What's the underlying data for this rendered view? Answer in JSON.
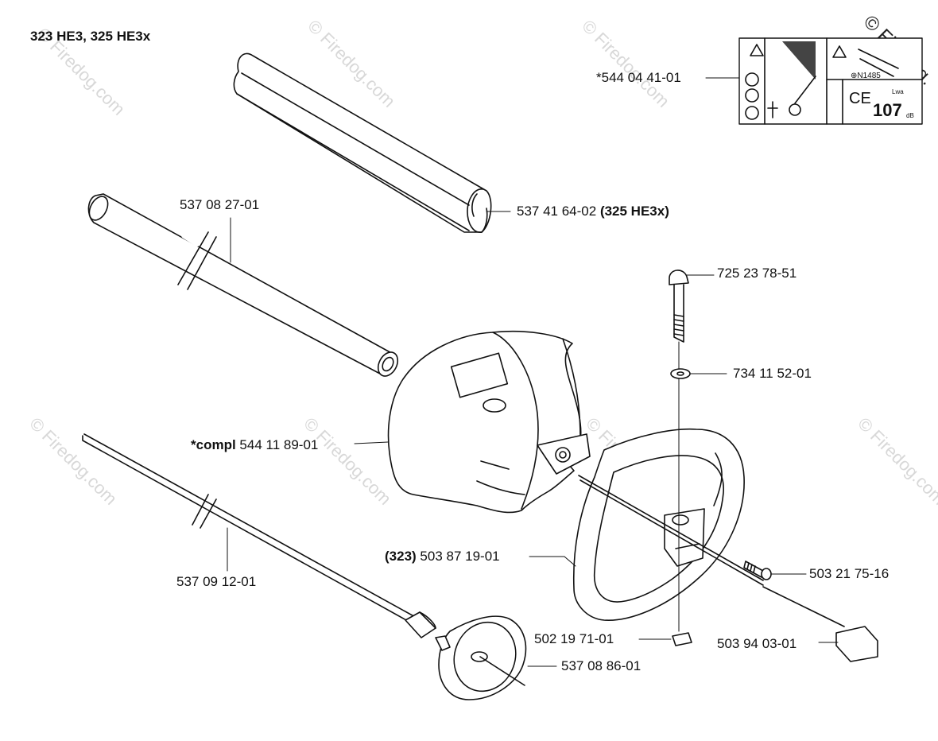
{
  "title": "323 HE3, 325 HE3x",
  "watermark": "© Firedog.com",
  "watermark_corner": "© Firedog.",
  "decal": {
    "code": "⊕N1485",
    "ce": "CE",
    "noise_level": "107",
    "noise_unit": "dB",
    "lwa": "Lwa"
  },
  "parts": [
    {
      "id": "decal",
      "prefix": "",
      "number": "*544 04 41-01",
      "suffix": ""
    },
    {
      "id": "tube-cover",
      "prefix": "",
      "number": "537 41 64-02",
      "suffix": "(325 HE3x)"
    },
    {
      "id": "shaft-tube",
      "prefix": "",
      "number": "537 08 27-01",
      "suffix": ""
    },
    {
      "id": "bolt",
      "prefix": "",
      "number": "725 23 78-51",
      "suffix": ""
    },
    {
      "id": "washer",
      "prefix": "",
      "number": "734 11 52-01",
      "suffix": ""
    },
    {
      "id": "guard",
      "prefix": "*compl",
      "number": "544 11 89-01",
      "suffix": ""
    },
    {
      "id": "handle",
      "prefix": "(323)",
      "number": "503 87 19-01",
      "suffix": ""
    },
    {
      "id": "screw",
      "prefix": "",
      "number": "503 21 75-16",
      "suffix": ""
    },
    {
      "id": "drive-shaft",
      "prefix": "",
      "number": "537 09 12-01",
      "suffix": ""
    },
    {
      "id": "nut",
      "prefix": "",
      "number": "502 19 71-01",
      "suffix": ""
    },
    {
      "id": "clip",
      "prefix": "",
      "number": "503 94 03-01",
      "suffix": ""
    },
    {
      "id": "clutch-drum",
      "prefix": "",
      "number": "537 08 86-01",
      "suffix": ""
    }
  ]
}
